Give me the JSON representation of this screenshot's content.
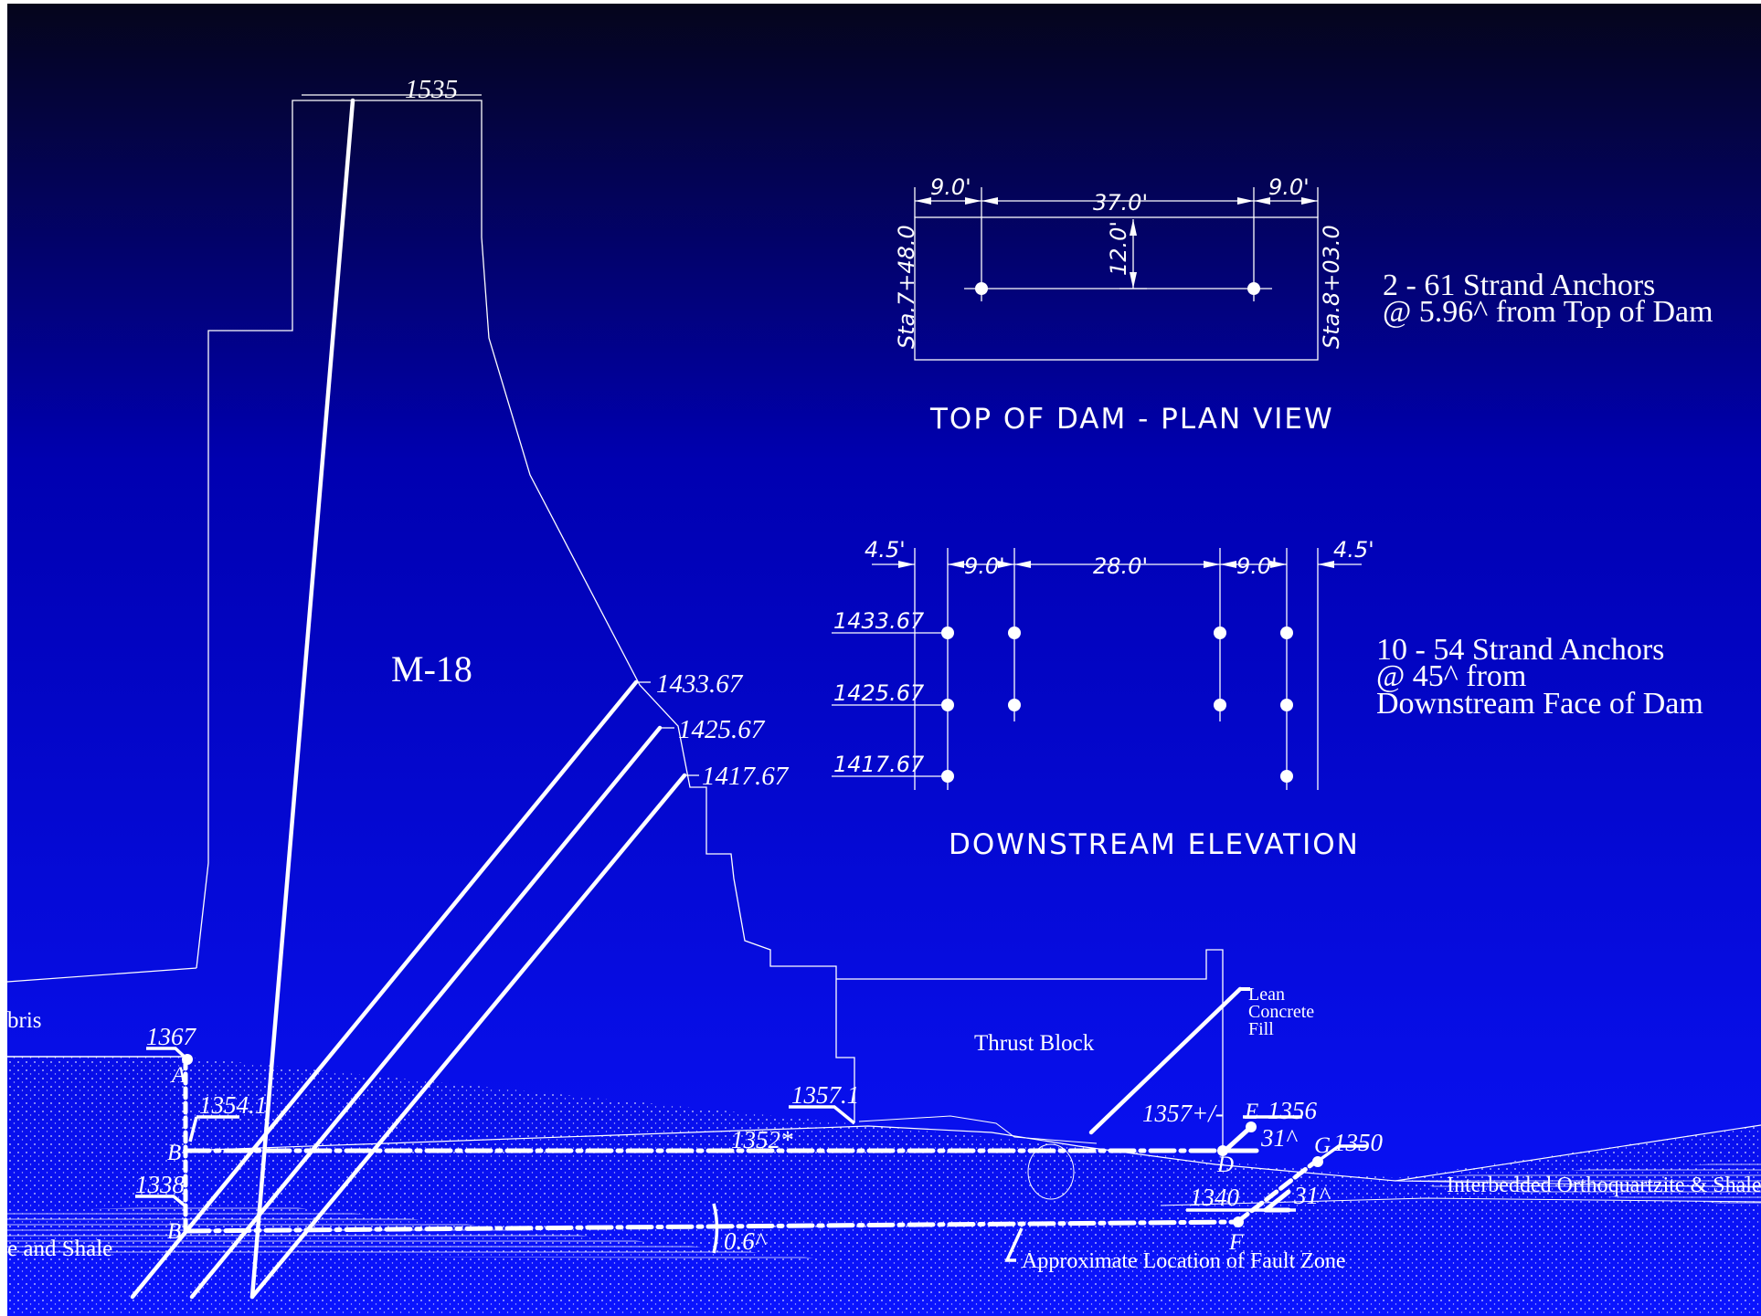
{
  "colors": {
    "background_top": "#05051a",
    "background_mid": "#0000c8",
    "background_bottom": "#0a14ff",
    "linework": "#ffffff"
  },
  "dam": {
    "block_label": "M-18",
    "crest_elevation": "1535",
    "anchor_elevations": [
      "1433.67",
      "1425.67",
      "1417.67"
    ],
    "thrust_block_label": "Thrust Block",
    "lean_fill_label": [
      "Lean",
      "Concrete",
      "Fill"
    ]
  },
  "plan_view": {
    "title": "TOP OF DAM - PLAN VIEW",
    "dim_left": "9.0'",
    "dim_middle": "37.0'",
    "dim_right": "9.0'",
    "dim_vertical": "12.0'",
    "station_left": "Sta.7+48.0",
    "station_right": "Sta.8+03.0",
    "note_line1": "2 - 61 Strand Anchors",
    "note_line2": "@ 5.96^ from Top of Dam"
  },
  "elevation_view": {
    "title": "DOWNSTREAM ELEVATION",
    "dims": [
      "4.5'",
      "9.0'",
      "28.0'",
      "9.0'",
      "4.5'"
    ],
    "rows": [
      "1433.67",
      "1425.67",
      "1417.67"
    ],
    "note_line1": "10 - 54 Strand Anchors",
    "note_line2": "@ 45^ from",
    "note_line3": "Downstream Face of Dam"
  },
  "foundation": {
    "debris_label": "bris",
    "shale_label_left": "e and Shale",
    "shale_label_right": "Interbedded Orthoquartzite & Shale",
    "fault_label": "Approximate Location of Fault Zone",
    "elev_1367": "1367",
    "elev_1354": "1354.1",
    "elev_1338": "1338",
    "elev_1357_1": "1357.1",
    "elev_1352": "1352*",
    "elev_1357_pm": "1357+/-",
    "elev_1356": "1356",
    "elev_1350": "1350",
    "elev_1340": "1340",
    "angle_31a": "31^",
    "angle_31b": "31^",
    "angle_06": "0.6^",
    "point_a": "A",
    "point_b": "B",
    "point_b2": "B'",
    "point_d": "D",
    "point_e": "E",
    "point_f": "F",
    "point_g": "G"
  }
}
